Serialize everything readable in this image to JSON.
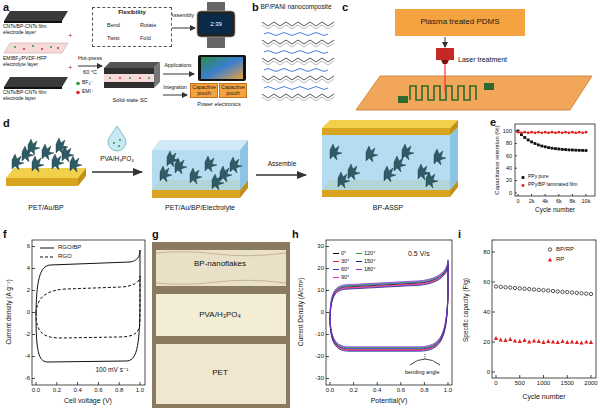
{
  "diagram": {
    "nodes": [
      {
        "text": [
          "Flexibility",
          "Bend",
          "Rotate",
          "Twist",
          "Fold"
        ]
      },
      {
        "text": [
          "Capacitive pouch"
        ]
      },
      {
        "text": [
          "Capacitive pouch"
        ]
      },
      {
        "text": [
          "Plasma treated PDMS"
        ]
      }
    ],
    "labels": [
      "a",
      "CNTs/BP-CNTs film electrode layer",
      "+",
      "EMIBF₄/PVDF-HFP electrolyte layer",
      "+",
      "CNTs/BP-CNTs film electrode layer",
      "Hot-press",
      "60 °C",
      "BF₄⁻",
      "EMI⁺",
      "Solid-state SC",
      "Assembly",
      "2:39",
      "Applications",
      "Integration",
      "Power electronics",
      "b",
      "BP/PANI nanocomposite",
      "c",
      "Laser treatment",
      "d",
      "PVA/H₃PO₄",
      "Assemble",
      "PET/Au/BP",
      "PET/Au/BP/Electrolyte",
      "BP-ASSP",
      "e",
      "Capacitance retention (%)",
      "0",
      "20",
      "40",
      "60",
      "80",
      "100",
      "0",
      "2k",
      "4k",
      "6k",
      "8k",
      "10k",
      "Cycle number",
      "f",
      "Current density (A g⁻¹)",
      "-6",
      "-4",
      "-2",
      "0",
      "2",
      "4",
      "6",
      "0.0",
      "0.2",
      "0.4",
      "0.6",
      "0.8",
      "1.0",
      "Cell voltage (V)",
      "100 mV s⁻¹",
      "g",
      "BP-nanoflakes",
      "PVA/H₃PO₄",
      "PET",
      "h",
      "Current Density (A/cm³)",
      "-30",
      "-20",
      "-10",
      "0",
      "10",
      "20",
      "30",
      "0.0",
      "0.2",
      "0.4",
      "0.6",
      "0.8",
      "1.0",
      "Potential(V)",
      "0.5 V/s",
      "bending angle",
      "i",
      "Specific capacity (F/g)",
      "0",
      "20",
      "40",
      "60",
      "80",
      "0",
      "500",
      "1000",
      "1500",
      "2000",
      "Cycle number"
    ],
    "legend": [
      {
        "text": "PPy pure"
      },
      {
        "text": "PPy/BP laminated film"
      },
      {
        "text": "RGO/BP"
      },
      {
        "text": "RGO"
      },
      {
        "text": "0°"
      },
      {
        "text": "120°"
      },
      {
        "text": "30°"
      },
      {
        "text": "150°"
      },
      {
        "text": "60°"
      },
      {
        "text": "180°"
      },
      {
        "text": "90°"
      },
      {
        "text": "BP/RP"
      },
      {
        "text": "RP"
      }
    ]
  }
}
